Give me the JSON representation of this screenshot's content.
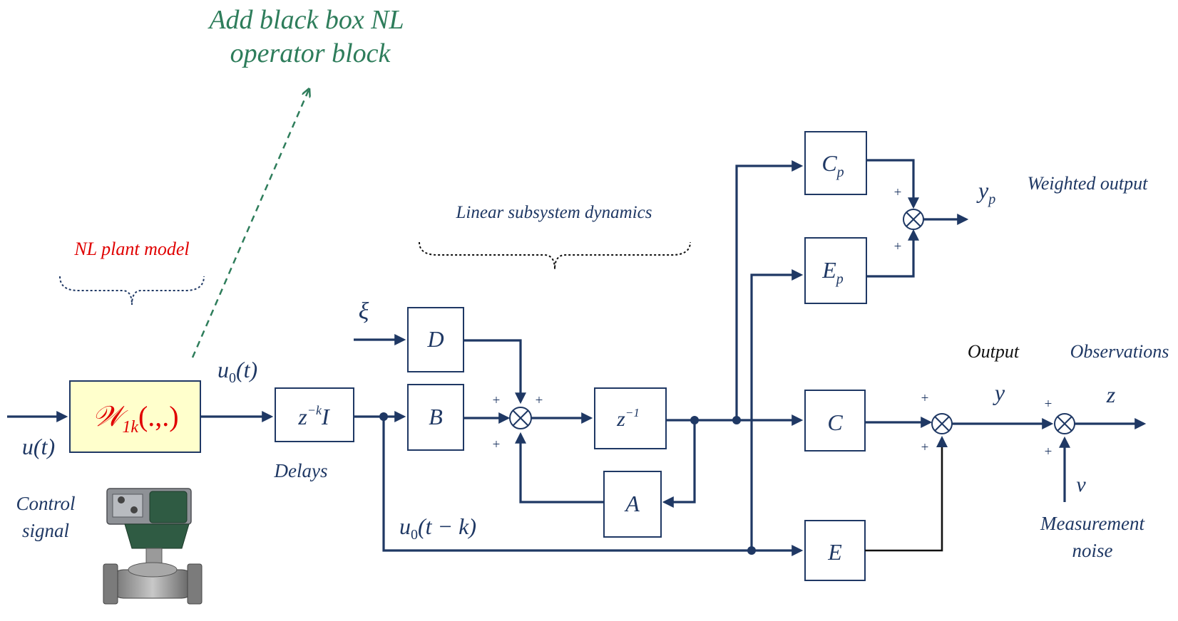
{
  "callout": {
    "line1": "Add black box NL",
    "line2": "operator block",
    "color": "#2e7d5b"
  },
  "labels": {
    "nl_plant_model": "NL plant model",
    "linear_subsystem": "Linear subsystem dynamics",
    "weighted_output": "Weighted output",
    "output": "Output",
    "observations": "Observations",
    "delays": "Delays",
    "control_signal_1": "Control",
    "control_signal_2": "signal",
    "measurement_noise_1": "Measurement",
    "measurement_noise_2": "noise"
  },
  "symbols": {
    "u_t": "u(t)",
    "u0_t": "u",
    "u0_t_sub": "0",
    "u0_t_arg": "(t)",
    "u0_tk": "u",
    "u0_tk_sub": "0",
    "u0_tk_arg": "(t − k)",
    "xi": "ξ",
    "y": "y",
    "yp": "y",
    "yp_sub": "p",
    "z": "z",
    "v": "v"
  },
  "blocks": {
    "nl_operator": "𝒲",
    "nl_operator_sub": "1k",
    "nl_operator_args": "(.,.)",
    "delay_z": "z",
    "delay_exp": "−k",
    "delay_I": "I",
    "B": "B",
    "D": "D",
    "A": "A",
    "unit_delay_z": "z",
    "unit_delay_exp": "−1",
    "C": "C",
    "Cp": "C",
    "Cp_sub": "p",
    "Ep": "E",
    "Ep_sub": "p",
    "E": "E"
  },
  "signs": {
    "plus": "+"
  },
  "colors": {
    "wire": "#1f3864",
    "nl_box_fill": "#ffffcc",
    "nl_text": "#e00000",
    "nl_label": "#e00000",
    "callout_green": "#2e7d5b"
  },
  "icons": {
    "valve": "control-valve-icon"
  }
}
